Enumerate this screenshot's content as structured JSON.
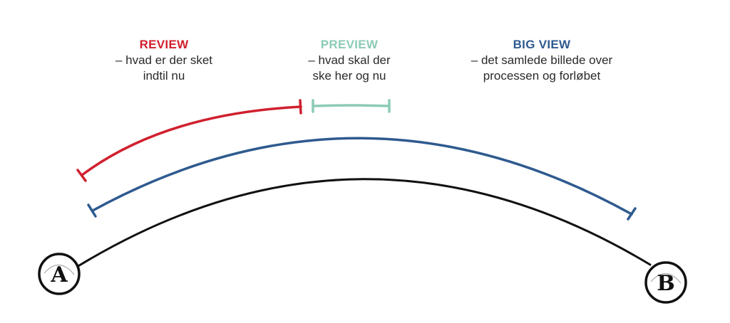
{
  "labels": {
    "review": {
      "title": "REVIEW",
      "desc": "– hvad er der sket\nindtil nu",
      "color": "#d0202e"
    },
    "preview": {
      "title": "PREVIEW",
      "desc": "– hvad skal der\nske her og nu",
      "color": "#8ccbb5"
    },
    "bigview": {
      "title": "BIG VIEW",
      "desc": "– det samlede billede over\nprocessen og forløbet",
      "color": "#2e5a8f"
    }
  },
  "endpoints": {
    "start": "A",
    "end": "B"
  },
  "colors": {
    "arc": "#111111",
    "text": "#2a2a2a"
  }
}
